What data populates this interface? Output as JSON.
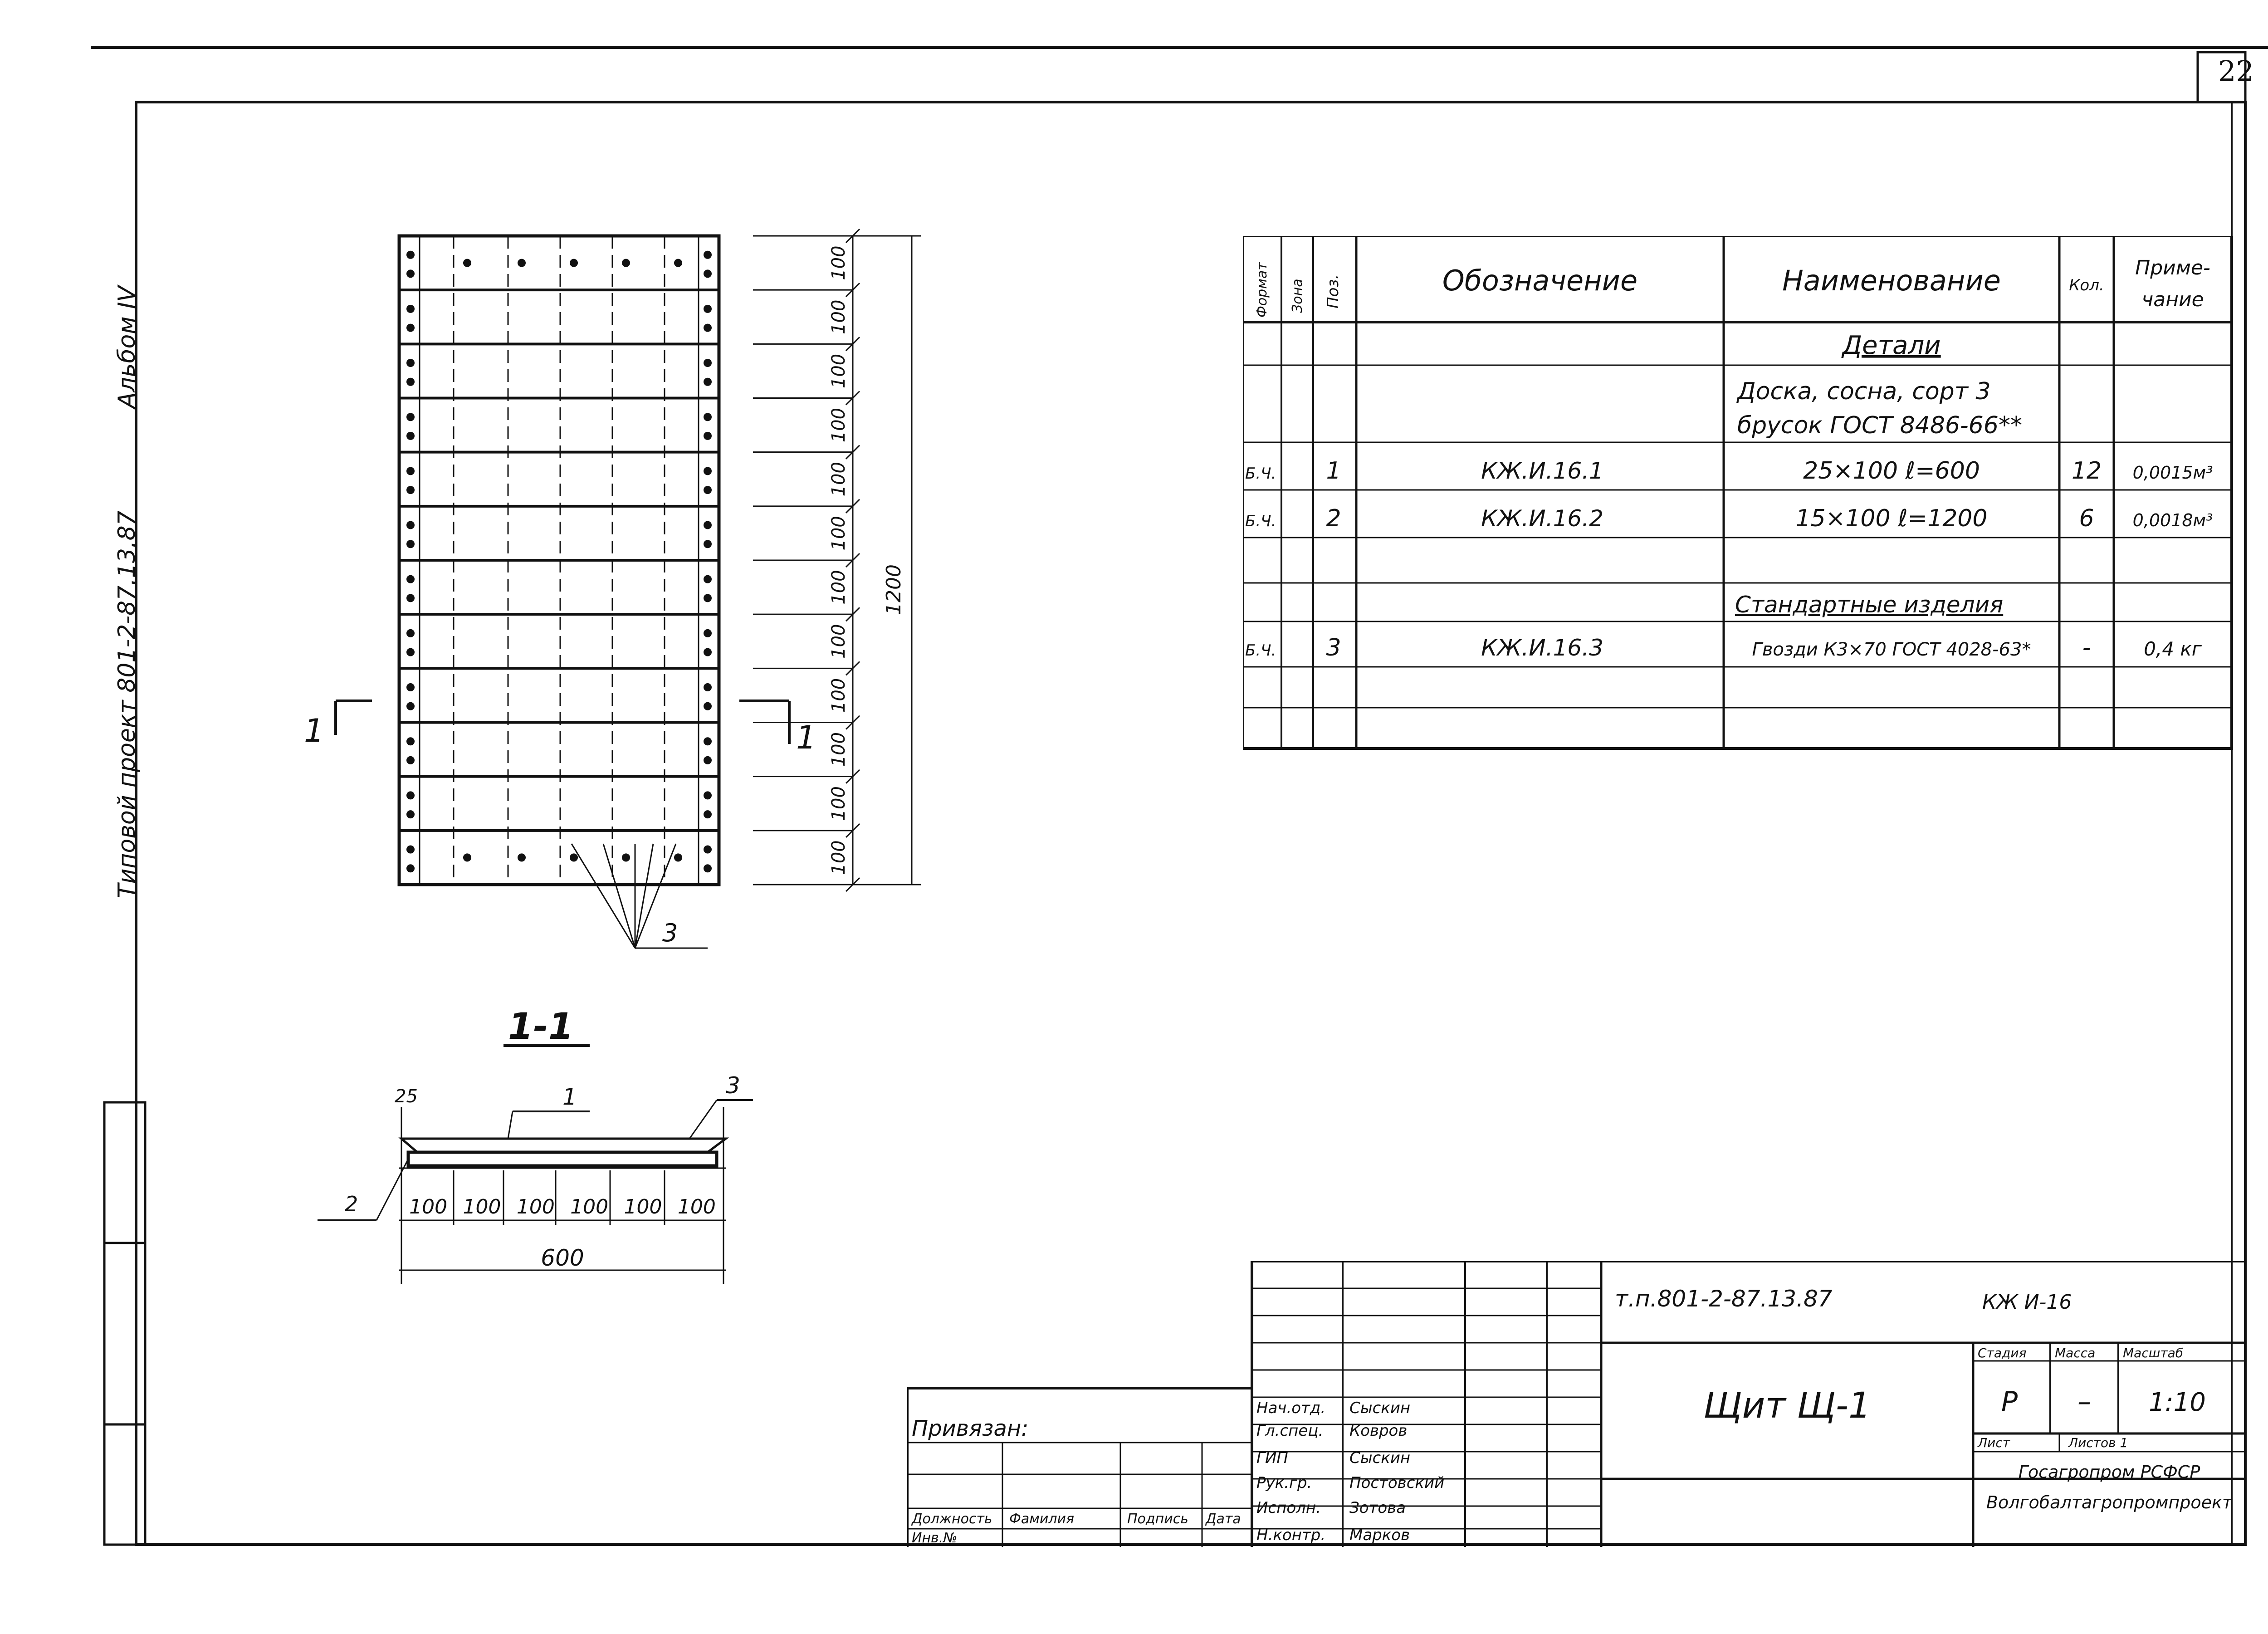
{
  "page_number": "22",
  "side_label": {
    "album": "Альбом IV",
    "project": "Типовой проект 801-2-87.13.87"
  },
  "drawing": {
    "cut_marker": "1",
    "height_dim": "1200",
    "spacing_dims": [
      "100",
      "100",
      "100",
      "100",
      "100",
      "100",
      "100",
      "100",
      "100",
      "100",
      "100",
      "100"
    ],
    "callout_nails": "3",
    "section_title": "1-1",
    "section_thickness": "25",
    "section_callout_1": "1",
    "section_callout_2": "2",
    "section_callout_3": "3",
    "section_bottom_dims": [
      "100",
      "100",
      "100",
      "100",
      "100",
      "100"
    ],
    "section_width": "600"
  },
  "spec": {
    "headers": {
      "format": "Формат",
      "zone": "Зона",
      "pos": "Поз.",
      "designation": "Обозначение",
      "name": "Наименование",
      "qty": "Кол.",
      "note_line1": "Приме-",
      "note_line2": "чание"
    },
    "section_details": "Детали",
    "material_line1": "Доска, сосна, сорт 3",
    "material_line2": "брусок ГОСТ 8486-66**",
    "rows": [
      {
        "format": "Б.Ч.",
        "pos": "1",
        "designation": "КЖ.И.16.1",
        "name": "25×100 ℓ=600",
        "qty": "12",
        "note": "0,0015м³"
      },
      {
        "format": "Б.Ч.",
        "pos": "2",
        "designation": "КЖ.И.16.2",
        "name": "15×100 ℓ=1200",
        "qty": "6",
        "note": "0,0018м³"
      }
    ],
    "section_standard": "Стандартные изделия",
    "row3": {
      "format": "Б.Ч.",
      "pos": "3",
      "designation": "КЖ.И.16.3",
      "name": "Гвозди К3×70 ГОСТ 4028-63*",
      "qty": "-",
      "note": "0,4 кг"
    }
  },
  "title_block": {
    "doc_code": "т.п.801-2-87.13.87",
    "sheet_code": "КЖ И-16",
    "title": "Щит Щ-1",
    "stage_label": "Стадия",
    "mass_label": "Масса",
    "scale_label": "Масштаб",
    "stage": "Р",
    "mass": "–",
    "scale": "1:10",
    "sheet_label": "Лист",
    "sheets_label": "Листов 1",
    "org_line1": "Госагропром РСФСР",
    "org_line2": "Волгобалтагропромпроект",
    "bound_label": "Привязан:",
    "signers": [
      {
        "role": "Нач.отд.",
        "name": "Сыскин"
      },
      {
        "role": "Гл.спец.",
        "name": "Ковров"
      },
      {
        "role": "ГИП",
        "name": "Сыскин"
      },
      {
        "role": "Рук.гр.",
        "name": "Постовский"
      },
      {
        "role": "Исполн.",
        "name": "Зотова"
      },
      {
        "role": "Н.контр.",
        "name": "Марков"
      }
    ],
    "col_position": "Должность",
    "col_surname": "Фамилия",
    "col_sign": "Подпись",
    "col_date": "Дата",
    "inv_label": "Инв.№"
  }
}
